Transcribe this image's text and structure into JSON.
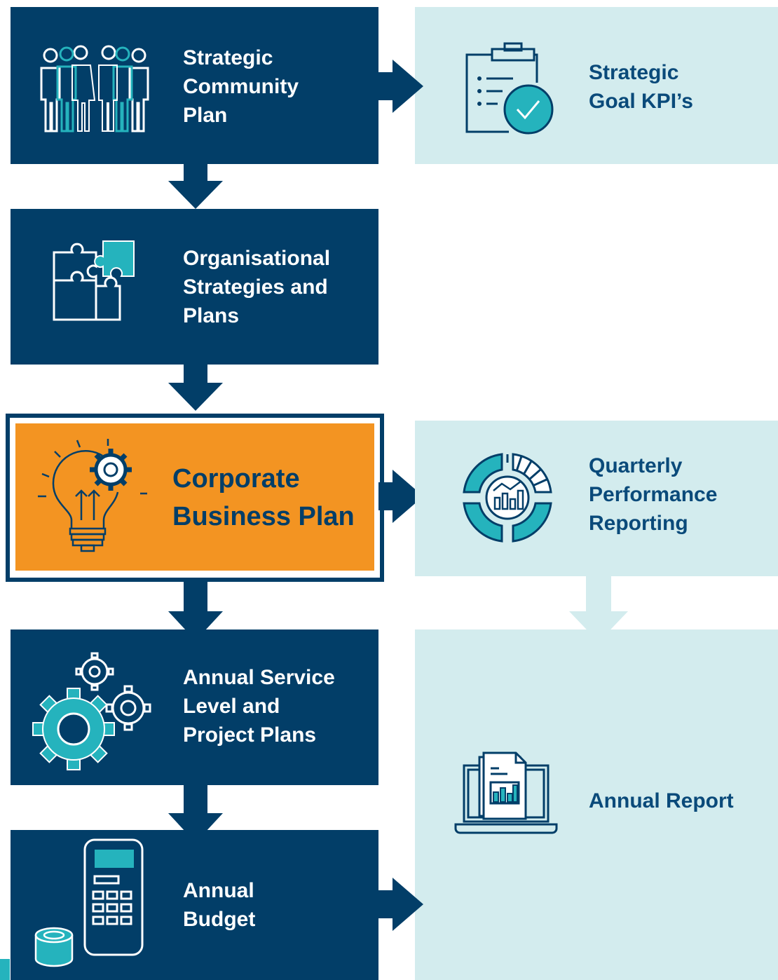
{
  "colors": {
    "navy": "#023e68",
    "light_teal": "#d3ecee",
    "orange": "#f39422",
    "teal": "#25b3bd"
  },
  "boxes": {
    "strategic_community_plan": "Strategic\nCommunity\nPlan",
    "strategic_goal_kpis": "Strategic\nGoal KPI’s",
    "organisational_strategies": "Organisational\nStrategies and\nPlans",
    "corporate_business_plan": "Corporate\nBusiness Plan",
    "quarterly_performance": "Quarterly\nPerformance\nReporting",
    "annual_service_level": "Annual Service\nLevel and\nProject Plans",
    "annual_report": "Annual Report",
    "annual_budget": "Annual\nBudget"
  },
  "icons": [
    "people-group-icon",
    "clipboard-check-icon",
    "puzzle-icon",
    "lightbulb-gear-icon",
    "dashboard-chart-icon",
    "gears-icon",
    "laptop-report-icon",
    "calculator-coin-icon"
  ]
}
